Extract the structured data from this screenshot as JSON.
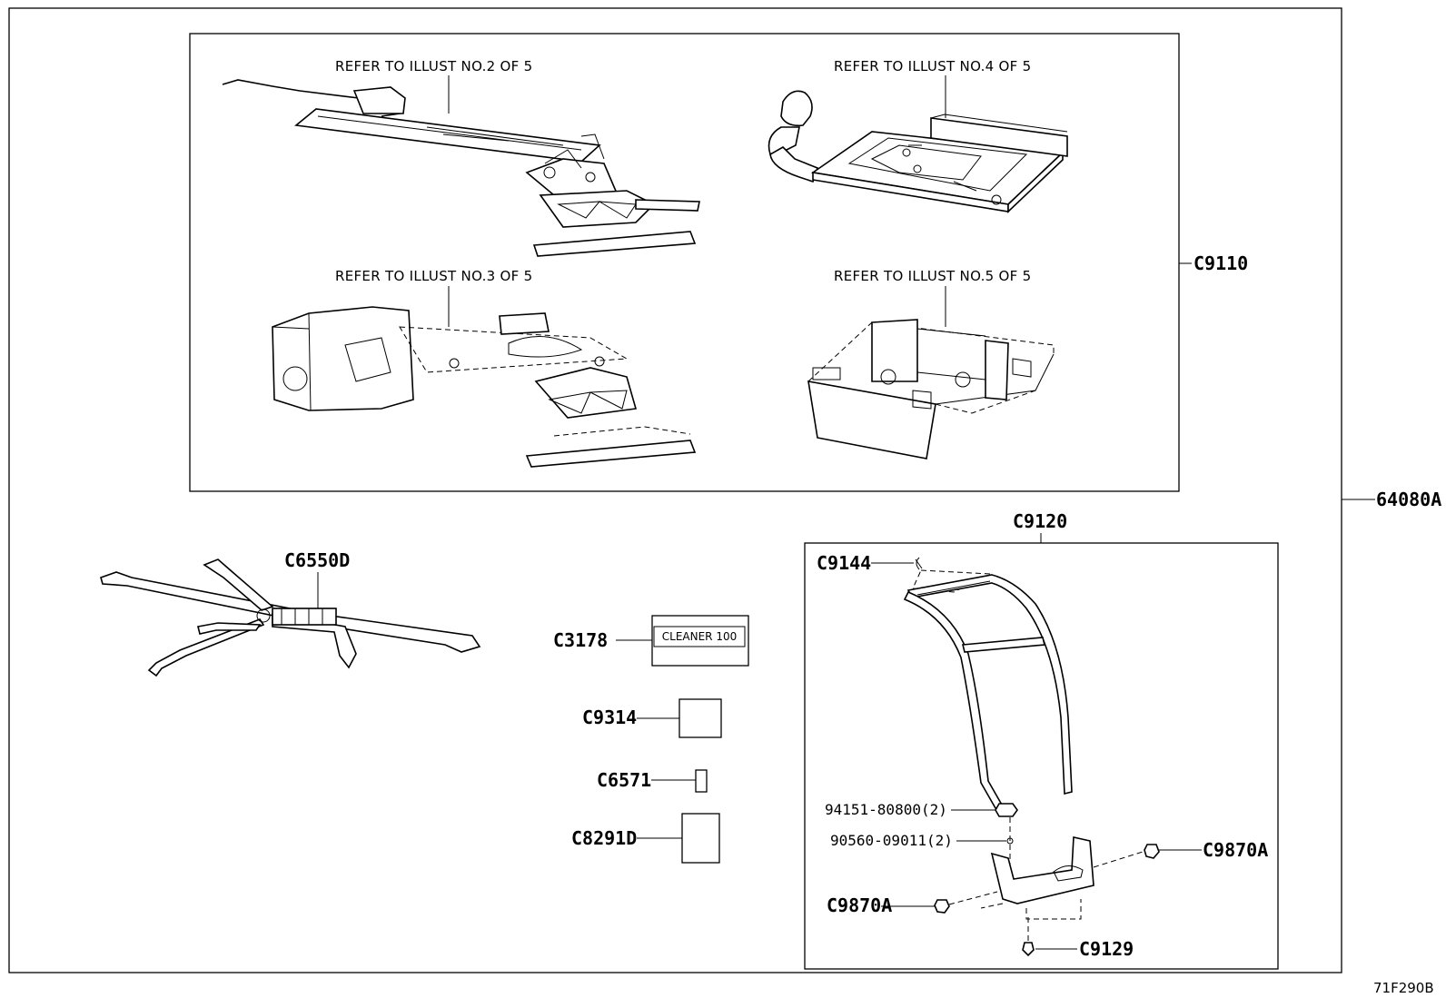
{
  "diagram": {
    "refer_labels": [
      "REFER TO ILLUST NO.2 OF 5",
      "REFER TO ILLUST NO.4 OF 5",
      "REFER TO ILLUST NO.3 OF 5",
      "REFER TO ILLUST NO.5 OF 5"
    ],
    "callouts": {
      "c9110": "C9110",
      "p64080a": "64080A",
      "c9120": "C9120",
      "c6550d": "C6550D",
      "c3178": "C3178",
      "c9314": "C9314",
      "c6571": "C6571",
      "c8291d": "C8291D",
      "c9144": "C9144",
      "p94151": "94151-80800(2)",
      "p90560": "90560-09011(2)",
      "c9870a_right": "C9870A",
      "c9870a_left": "C9870A",
      "c9129": "C9129"
    },
    "cleaner_label": "CLEANER 100",
    "illustration_code": "71F290B"
  }
}
